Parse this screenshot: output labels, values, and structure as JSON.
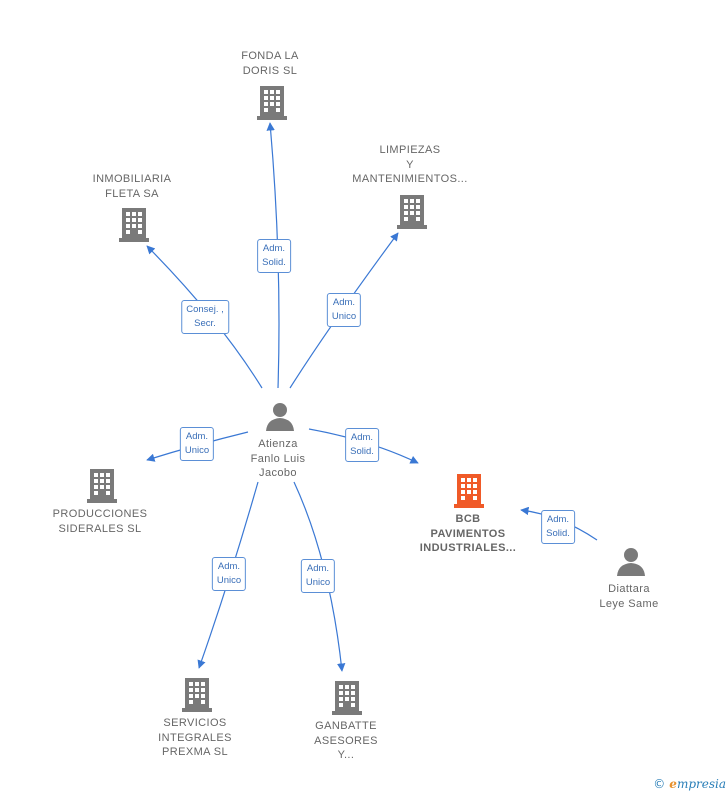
{
  "colors": {
    "company": "#7a7a7a",
    "focus_company": "#f05a28",
    "person": "#7a7a7a",
    "edge": "#3a78d4",
    "edge_label_text": "#3a6fb8"
  },
  "nodes": {
    "fonda": {
      "lines": [
        "FONDA LA",
        "DORIS  SL"
      ],
      "icon": "building-icon"
    },
    "limpiezas": {
      "lines": [
        "LIMPIEZAS",
        "Y",
        "MANTENIMIENTOS..."
      ],
      "icon": "building-icon"
    },
    "inmobiliaria": {
      "lines": [
        "INMOBILIARIA",
        "FLETA SA"
      ],
      "icon": "building-icon"
    },
    "atienza": {
      "lines": [
        "Atienza",
        "Fanlo Luis",
        "Jacobo"
      ],
      "icon": "person-icon"
    },
    "producciones": {
      "lines": [
        "PRODUCCIONES",
        "SIDERALES  SL"
      ],
      "icon": "building-icon"
    },
    "bcb": {
      "lines": [
        "BCB",
        "PAVIMENTOS",
        "INDUSTRIALES..."
      ],
      "icon": "building-icon"
    },
    "diattara": {
      "lines": [
        "Diattara",
        "Leye Same"
      ],
      "icon": "person-icon"
    },
    "servicios": {
      "lines": [
        "SERVICIOS",
        "INTEGRALES",
        "PREXMA SL"
      ],
      "icon": "building-icon"
    },
    "ganbatte": {
      "lines": [
        "GANBATTE",
        "ASESORES",
        "Y..."
      ],
      "icon": "building-icon"
    }
  },
  "edges": {
    "fonda": [
      "Adm.",
      "Solid."
    ],
    "limpiezas": [
      "Adm.",
      "Unico"
    ],
    "inmobiliaria": [
      "Consej. ,",
      "Secr."
    ],
    "producciones": [
      "Adm.",
      "Unico"
    ],
    "bcb": [
      "Adm.",
      "Solid."
    ],
    "diattara_bcb": [
      "Adm.",
      "Solid."
    ],
    "servicios": [
      "Adm.",
      "Unico"
    ],
    "ganbatte": [
      "Adm.",
      "Unico"
    ]
  },
  "footer": {
    "copyright": "©",
    "brand_initial": "e",
    "brand_rest": "mpresia"
  }
}
